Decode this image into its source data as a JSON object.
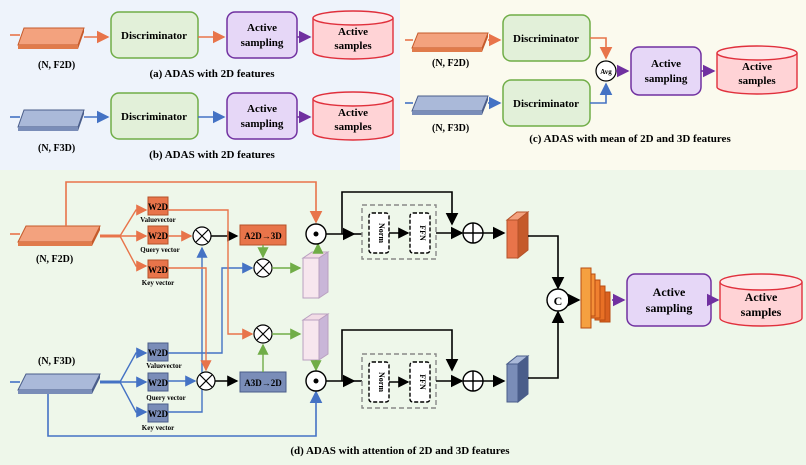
{
  "panel_a": {
    "input_label": "(N, F2D)",
    "discriminator": "Discriminator",
    "active_sampling_1": "Active",
    "active_sampling_2": "sampling",
    "active_samples_1": "Active",
    "active_samples_2": "samples",
    "caption": "(a) ADAS with 2D features"
  },
  "panel_b": {
    "input_label": "(N, F3D)",
    "discriminator": "Discriminator",
    "active_sampling_1": "Active",
    "active_sampling_2": "sampling",
    "active_samples_1": "Active",
    "active_samples_2": "samples",
    "caption": "(b) ADAS with 2D features"
  },
  "panel_c": {
    "input_2d_label": "(N, F2D)",
    "input_3d_label": "(N, F3D)",
    "discriminator_top": "Discriminator",
    "discriminator_bottom": "Discriminator",
    "avg": "Avg",
    "active_sampling_1": "Active",
    "active_sampling_2": "sampling",
    "active_samples_1": "Active",
    "active_samples_2": "samples",
    "caption": "(c) ADAS with mean of 2D and 3D features"
  },
  "panel_d": {
    "input_2d_label": "(N, F2D)",
    "input_3d_label": "(N, F3D)",
    "w2d_v": "W2D",
    "w2d_q": "W2D",
    "w2d_k": "W2D",
    "w3d_v": "W2D",
    "w3d_q": "W2D",
    "w3d_k": "W2D",
    "value_vector_top": "Valuevector",
    "query_vector_top": "Query vector",
    "key_vector_top": "Key vector",
    "value_vector_bottom": "Valuevector",
    "query_vector_bottom": "Query vector",
    "key_vector_bottom": "Key vector",
    "a_2d_3d": "A2D→3D",
    "a_3d_2d": "A3D→2D",
    "norm_top": "Norm",
    "ffn_top": "FFN",
    "norm_bottom": "Norm",
    "ffn_bottom": "FFN",
    "concat": "C",
    "active_sampling_1": "Active",
    "active_sampling_2": "sampling",
    "active_samples_1": "Active",
    "active_samples_2": "samples",
    "caption": "(d) ADAS with attention of 2D and 3D features"
  },
  "colors": {
    "orange": "#e8744a",
    "blue": "#4472c4",
    "green": "#70ad47",
    "purple": "#7030a0",
    "disc_fill": "#e2f0d9",
    "sampling_fill": "#e6d7f7",
    "samples_fill": "#ffd3d6",
    "panel_ab_bg": "#eef3fb",
    "panel_c_bg": "#fbfaee",
    "panel_d_bg": "#eef7ea"
  }
}
